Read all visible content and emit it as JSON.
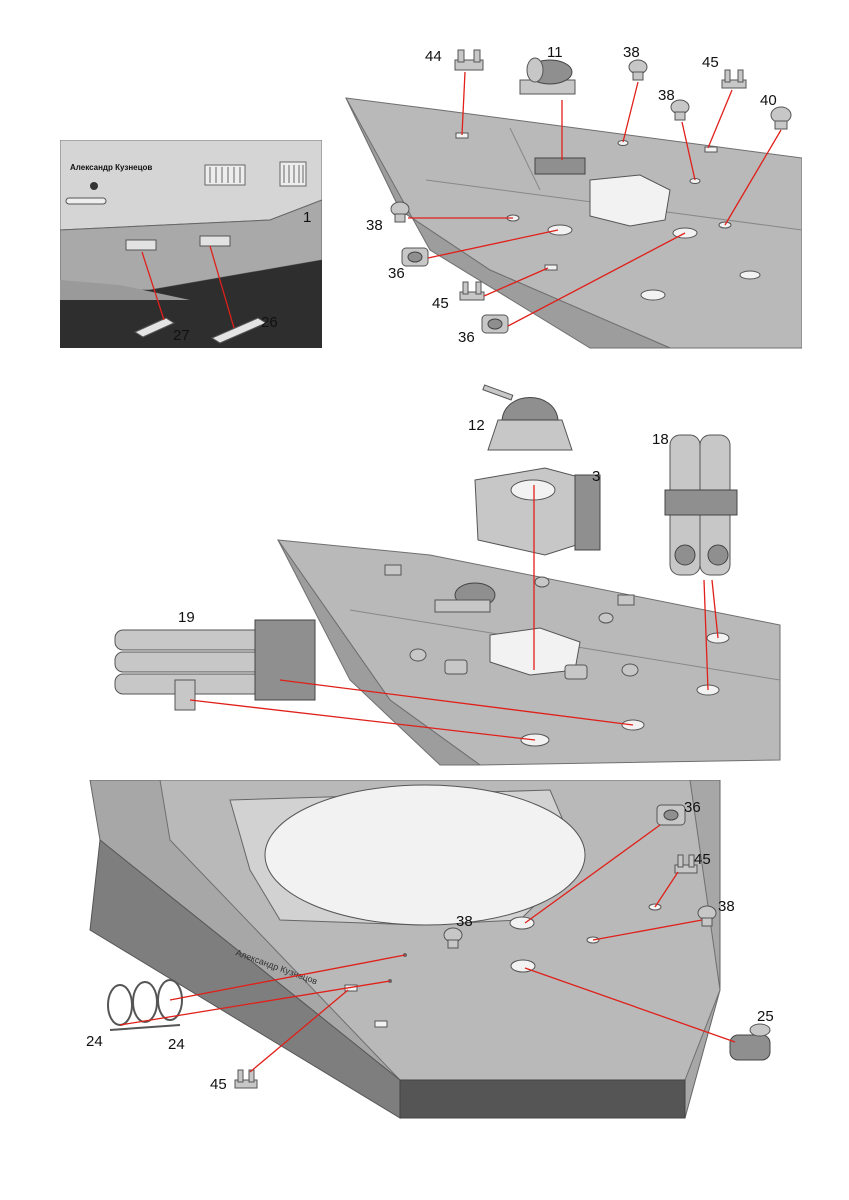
{
  "panels": [
    {
      "id": "panel-1",
      "hull_text": "Александр Кузнецов",
      "labels": [
        "1",
        "27",
        "26"
      ]
    },
    {
      "id": "panel-2",
      "labels": [
        "44",
        "11",
        "38",
        "45",
        "38",
        "40",
        "38",
        "36",
        "45",
        "36"
      ]
    },
    {
      "id": "panel-3",
      "labels": [
        "12",
        "3",
        "18",
        "19"
      ]
    },
    {
      "id": "panel-4",
      "labels": [
        "36",
        "45",
        "38",
        "38",
        "25",
        "24",
        "24",
        "45"
      ]
    }
  ],
  "colors": {
    "leader_line": "#e0201a",
    "model_grey": "#b9b9b9"
  }
}
